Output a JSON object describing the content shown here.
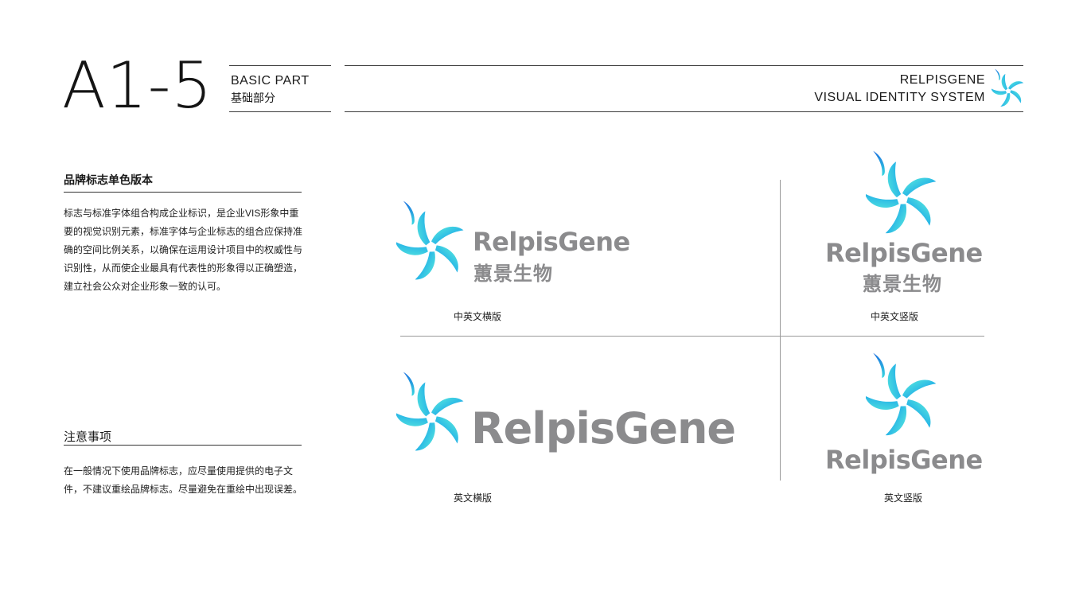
{
  "header": {
    "code": "A1-5",
    "part_en": "BASIC PART",
    "part_cn": "基础部分",
    "brand_en": "RELPISGENE",
    "system": "VISUAL IDENTITY SYSTEM",
    "icon": "brand-swirl-icon"
  },
  "left": {
    "section1_title": "品牌标志单色版本",
    "section1_text": "标志与标准字体组合构成企业标识，是企业VIS形象中重要的视觉识别元素，标准字体与企业标志的组合应保持准确的空间比例关系，以确保在运用设计项目中的权威性与识别性，从而使企业最具有代表性的形象得以正确塑造，建立社会公众对企业形象一致的认可。",
    "section2_title": "注意事项",
    "section2_text": "在一般情况下使用品牌标志，应尽量使用提供的电子文件，不建议重绘品牌标志。尽量避免在重绘中出现误差。"
  },
  "logos": {
    "wordmark": "RelpisGene",
    "cn_name": "蕙景生物",
    "caption_cn_en_horizontal": "中英文横版",
    "caption_cn_en_vertical": "中英文竖版",
    "caption_en_horizontal": "英文横版",
    "caption_en_vertical": "英文竖版"
  },
  "colors": {
    "text": "#1a1a1a",
    "wordmark_gray": "#8b8b8d",
    "icon_cyan": "#3fe0d8",
    "icon_blue": "#1a7fe0"
  }
}
